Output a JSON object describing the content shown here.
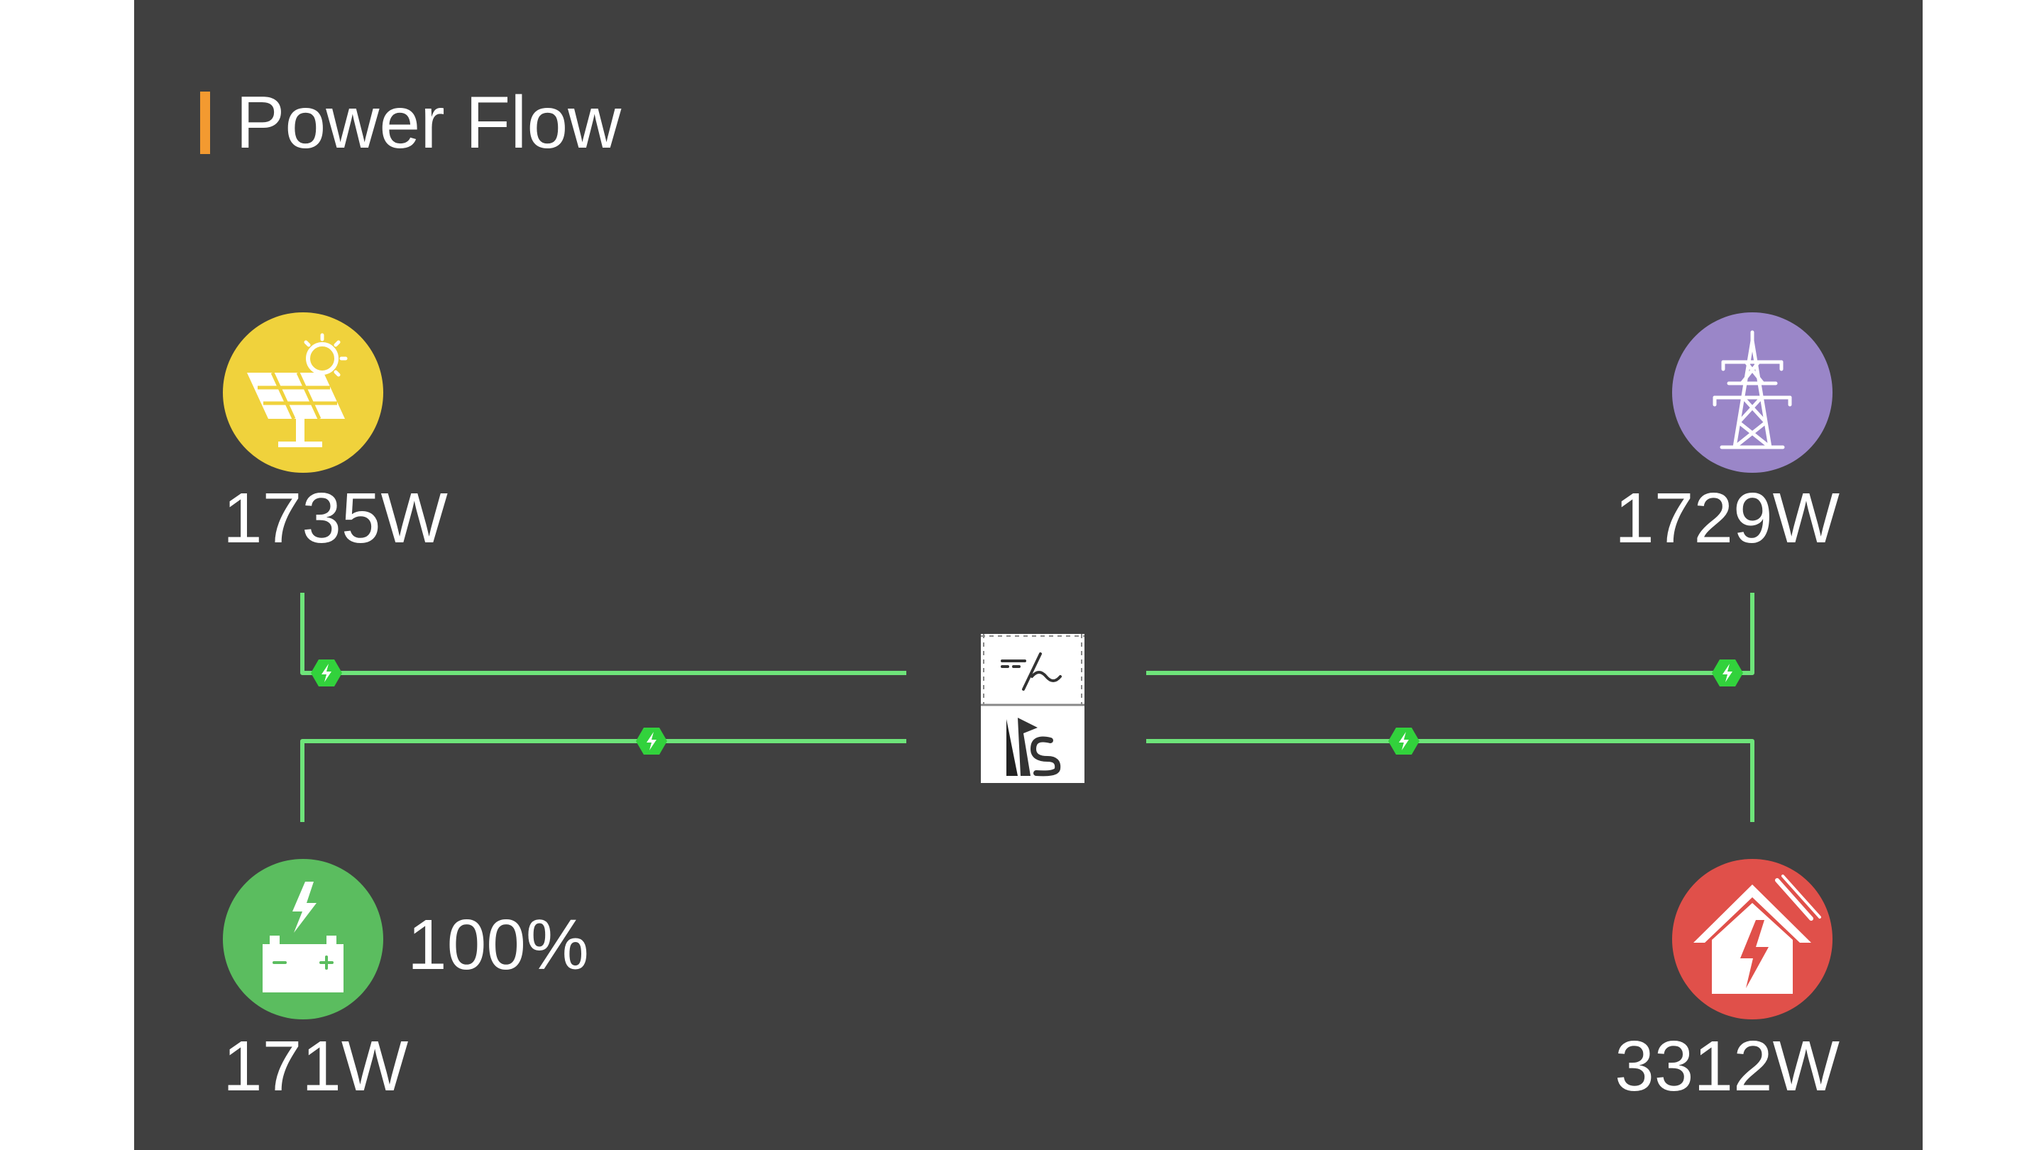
{
  "title": "Power Flow",
  "colors": {
    "panel_bg": "#404040",
    "accent": "#f39a30",
    "flow_line": "#6ee47a",
    "flow_dot": "#32d23c",
    "solar": "#f0d23c",
    "grid": "#9a86c8",
    "battery": "#5bbd5f",
    "load": "#e0504a"
  },
  "solar": {
    "icon": "solar-panel-icon",
    "power": "1735W"
  },
  "grid": {
    "icon": "transmission-tower-icon",
    "power": "1729W"
  },
  "battery": {
    "icon": "battery-charging-icon",
    "power": "171W",
    "soc": "100%"
  },
  "load": {
    "icon": "house-lightning-icon",
    "power": "3312W"
  },
  "inverter": {
    "icon": "inverter-icon"
  }
}
